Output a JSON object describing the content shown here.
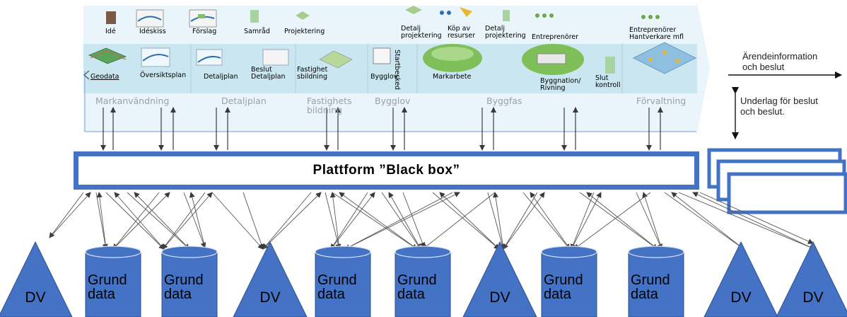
{
  "process_top": {
    "steps": [
      {
        "key": "ide",
        "label": "Idé"
      },
      {
        "key": "ideskiss",
        "label": "Idéskiss"
      },
      {
        "key": "forslag",
        "label": "Förslag"
      },
      {
        "key": "samrad",
        "label": "Samråd"
      },
      {
        "key": "projektering",
        "label": "Projektering"
      },
      {
        "key": "detalj1",
        "label": "Detalj\nprojektering"
      },
      {
        "key": "kop",
        "label": "Köp av\nresurser"
      },
      {
        "key": "detalj2",
        "label": "Detalj\nprojektering"
      },
      {
        "key": "entreprenorer",
        "label": "Entreprenörer"
      },
      {
        "key": "entreprenorer2",
        "label": "Entreprenörer\nHantverkare mfl"
      }
    ],
    "band_items": [
      {
        "key": "geodata",
        "label": "Geodata"
      },
      {
        "key": "oversiktsplan",
        "label": "Översiktsplan"
      },
      {
        "key": "detaljplan",
        "label": "Detaljplan"
      },
      {
        "key": "beslut",
        "label": "Beslut\nDetaljplan"
      },
      {
        "key": "fastighet",
        "label": "Fastighet\nsbildning"
      },
      {
        "key": "bygglov",
        "label": "Bygglov"
      },
      {
        "key": "startbesked",
        "label": "Startbesked"
      },
      {
        "key": "markarbete",
        "label": "Markarbete"
      },
      {
        "key": "byggnation",
        "label": "Byggnation/\nRivning"
      },
      {
        "key": "slut",
        "label": "Slut\nkontroll"
      }
    ],
    "phases": [
      {
        "key": "markanvandning",
        "label": "Markanvändning"
      },
      {
        "key": "detaljplan",
        "label": "Detaljplan"
      },
      {
        "key": "fastighetsbildning",
        "label": "Fastighets\nbildning"
      },
      {
        "key": "bygglov",
        "label": "Bygglov"
      },
      {
        "key": "byggfas",
        "label": "Byggfas"
      },
      {
        "key": "forvaltning",
        "label": "Förvaltning"
      }
    ]
  },
  "legend": {
    "arende": "Ärendeinformation\noch beslut",
    "underlag": "Underlag för beslut\noch beslut."
  },
  "platform": {
    "label": "Plattform ”Black box”"
  },
  "bottom": {
    "dv_label": "DV",
    "grund_label": "Grund\ndata"
  },
  "colors": {
    "accent": "#4472c4",
    "band": "#cfe9f3",
    "arrow_band": "#dff1f8",
    "phase_text": "#9aa0a6",
    "shape_fill": "#4472c4",
    "shape_stroke": "#2f528f"
  }
}
